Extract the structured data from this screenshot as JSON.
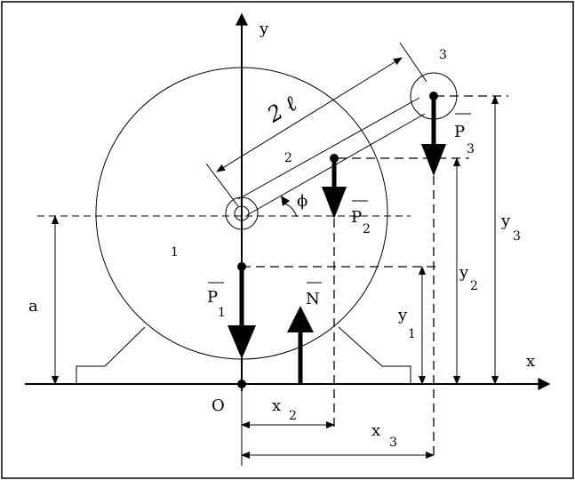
{
  "labels": {
    "y_axis": "y",
    "x_axis": "x",
    "origin": "O",
    "body_1": "1",
    "body_2": "2",
    "body_3": "3",
    "length": "2 ℓ",
    "angle": "ϕ",
    "height_a": "a",
    "P1": "P",
    "P1_sub": "1",
    "P2": "P",
    "P2_sub": "2",
    "P3": "P",
    "P3_sub": "3",
    "N": "N",
    "y1": "y",
    "y1_sub": "1",
    "y2": "y",
    "y2_sub": "2",
    "y3": "y",
    "y3_sub": "3",
    "x2": "x",
    "x2_sub": "2",
    "x3": "x",
    "x3_sub": "3"
  }
}
